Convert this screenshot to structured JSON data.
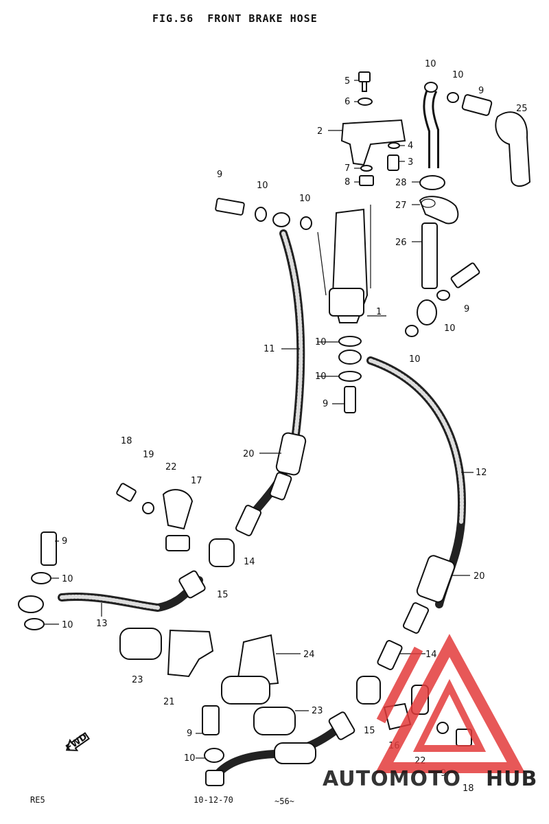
{
  "figure": {
    "title": "FIG.56  FRONT BRAKE HOSE",
    "footer_left": "RE5",
    "footer_mid": "~56~",
    "footer_code": "10-12-70"
  },
  "callouts": [
    "1",
    "2",
    "3",
    "4",
    "5",
    "6",
    "7",
    "8",
    "9",
    "10",
    "11",
    "12",
    "13",
    "14",
    "15",
    "16",
    "17",
    "18",
    "19",
    "20",
    "21",
    "22",
    "23",
    "24",
    "25",
    "26",
    "27",
    "28"
  ],
  "direction_arrow": "FWD",
  "watermark": {
    "text_left": "AUTOMOTO",
    "text_right": "HUB",
    "color_left": "#e8903a",
    "color_right": "#333333",
    "logo_color": "#e33b3b"
  },
  "icons": {
    "watermark_logo": "triangle-a-logo-icon",
    "direction": "fwd-arrow-icon"
  }
}
